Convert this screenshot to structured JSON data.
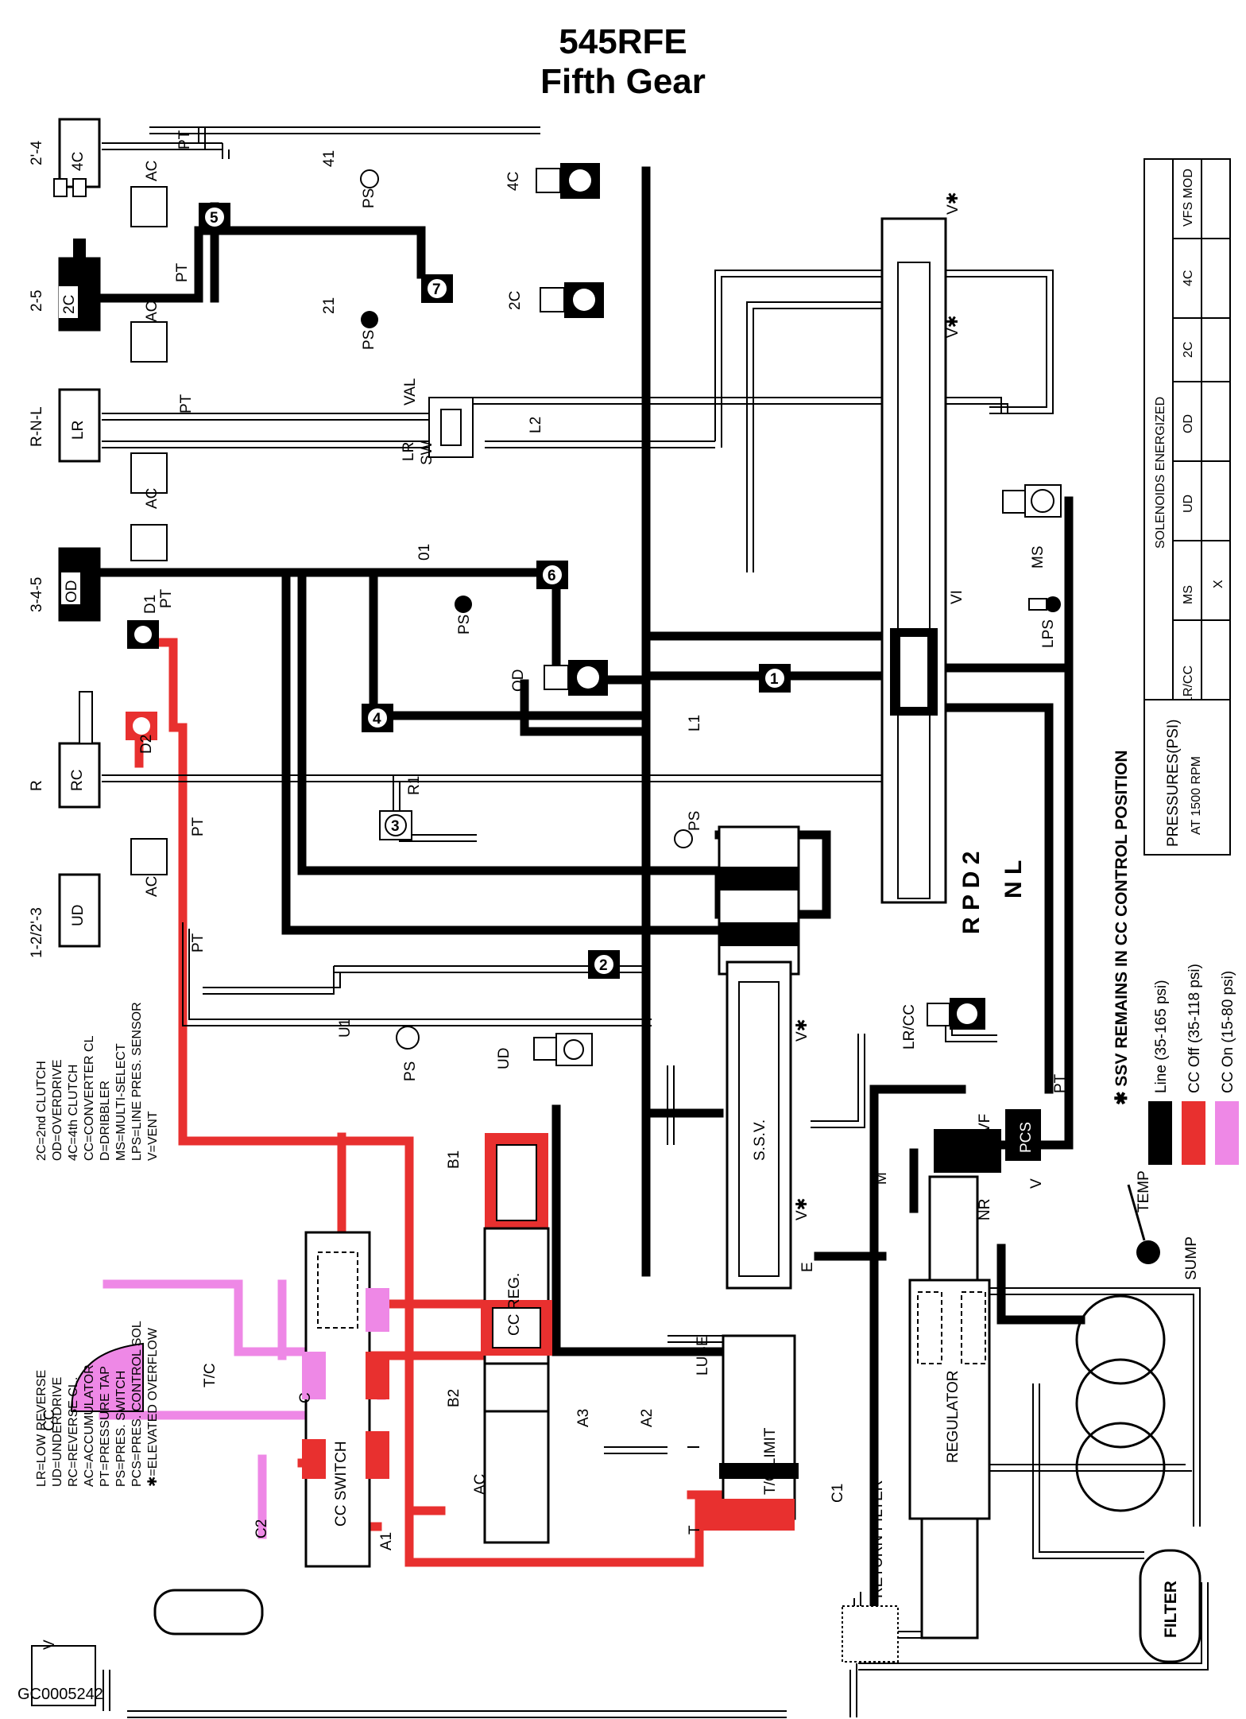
{
  "title": {
    "line1": "545RFE",
    "line2": "Fifth Gear"
  },
  "footer_code": "GC0005242",
  "colors": {
    "line": "#000000",
    "cc_off": "#e8302f",
    "cc_on": "#ee88e6",
    "passage": "#ffffff"
  },
  "abbreviations_left": [
    "LR=LOW REVERSE",
    "UD=UNDERDRIVE",
    "RC=REVERSE CL.",
    "AC=ACCUMULATOR",
    "PT=PRESSURE TAP",
    "PS=PRES. SWITCH",
    "PCS=PRES. CONTROL SOL",
    "✱=ELEVATED OVERFLOW"
  ],
  "abbreviations_right": [
    "2C=2nd CLUTCH",
    "OD=OVERDRIVE",
    "4C=4th CLUTCH",
    "CC=CONVERTER CL",
    "D=DRIBBLER",
    "MS=MULTI-SELECT",
    "LPS=LINE PRES. SENSOR",
    "V=VENT"
  ],
  "solenoid_table": {
    "title": "SOLENOIDS ENERGIZED",
    "columns": [
      "LR/CC",
      "MS",
      "UD",
      "OD",
      "2C",
      "4C",
      "VFS MOD"
    ],
    "values": [
      "",
      "X",
      "",
      "",
      "",
      "",
      ""
    ]
  },
  "pressures_legend": {
    "heading_line1": "PRESSURES(PSI)",
    "heading_line2": "AT 1500 RPM",
    "note": "✱ SSV REMAINS IN CC CONTROL POSITION",
    "items": [
      {
        "label": "Line (35-165 psi)",
        "color": "#000000"
      },
      {
        "label": "CC Off (35-118 psi)",
        "color": "#e8302f"
      },
      {
        "label": "CC On (15-80 psi)",
        "color": "#ee88e6"
      }
    ]
  },
  "clutches": [
    {
      "range": "2'-4",
      "name": "4C"
    },
    {
      "range": "2-5",
      "name": "2C"
    },
    {
      "range": "R-N-L",
      "name": "LR"
    },
    {
      "range": "3-4-5",
      "name": "OD"
    },
    {
      "range": "R",
      "name": "RC"
    },
    {
      "range": "1-2/2'-3",
      "name": "UD"
    }
  ],
  "manual_positions": {
    "row1": "R P D 2",
    "row2": "N L"
  },
  "labels": {
    "pt": "PT",
    "ac": "AC",
    "ps": "PS",
    "v": "V",
    "vstar": "V✱",
    "val": "VAL",
    "lr_sw": "LR",
    "sw": "SW",
    "l2": "L2",
    "l1": "L1",
    "p41": "41",
    "p21": "21",
    "p01": "01",
    "r1": "R1",
    "u1": "U1",
    "d1": "D1",
    "d2": "D2",
    "ms": "MS",
    "lps": "LPS",
    "vi": "VI",
    "ssv": "S.S.V.",
    "lrcc": "LR/CC",
    "vf": "VF",
    "pcs": "PCS",
    "m": "M",
    "nr": "NR",
    "e": "E",
    "temp": "TEMP",
    "sump": "SUMP",
    "regulator": "REGULATOR",
    "filter": "FILTER",
    "return_filter": "RETURN FILTER",
    "tc_limit": "T/C LIMIT",
    "lube": "LUBE",
    "t": "T",
    "c1": "C1",
    "a1": "A1",
    "a2": "A2",
    "a3": "A3",
    "b1": "B1",
    "b2": "B2",
    "cc_reg": "CC REG.",
    "cc_switch": "CC SWITCH",
    "c": "C",
    "c2": "C2",
    "tc": "T/C",
    "cc": "CC",
    "od_sol": "OD",
    "ud_sol": "UD",
    "c4_sol": "4C",
    "c2_sol": "2C"
  },
  "valve_numbers": [
    "1",
    "2",
    "3",
    "4",
    "5",
    "6",
    "7"
  ]
}
